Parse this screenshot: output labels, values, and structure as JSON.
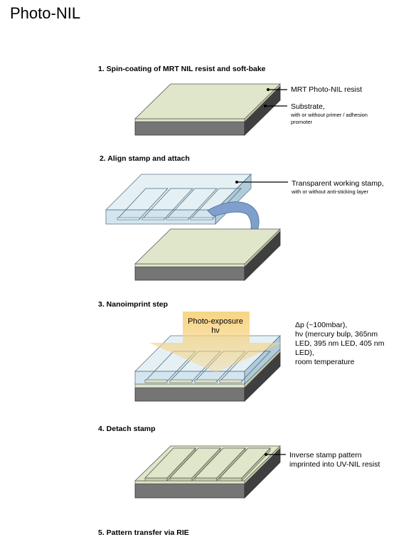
{
  "title": "Photo-NIL",
  "steps": [
    "1. Spin-coating of MRT NIL resist and soft-bake",
    "2. Align stamp and attach",
    "3. Nanoimprint step",
    "4. Detach stamp",
    "5. Pattern transfer via RIE"
  ],
  "labels": {
    "resist": "MRT Photo-NIL resist",
    "substrate": "Substrate,",
    "substrate_sub1": "with or without primer / adhesion",
    "substrate_sub2": "promoter",
    "stamp": "Transparent working stamp,",
    "stamp_sub": "with or without anti-sticking layer",
    "exposure_1": "Photo-exposure",
    "exposure_2": "hν",
    "conditions_1": "Δp (~100mbar),",
    "conditions_2": "hν (mercury bulp, 365nm",
    "conditions_3": "LED, 395 nm LED,  405 nm",
    "conditions_4": "LED),",
    "conditions_5": "room temperature",
    "inverse_1": "Inverse stamp pattern",
    "inverse_2": "imprinted into UV-NIL resist"
  },
  "colors": {
    "resist": "#dfe6c9",
    "substrate_front": "#757575",
    "substrate_right": "#3f3f3f",
    "stamp": "#cfe3ee",
    "exposure": "#f7d27e",
    "peel": "#7f9fcc"
  }
}
